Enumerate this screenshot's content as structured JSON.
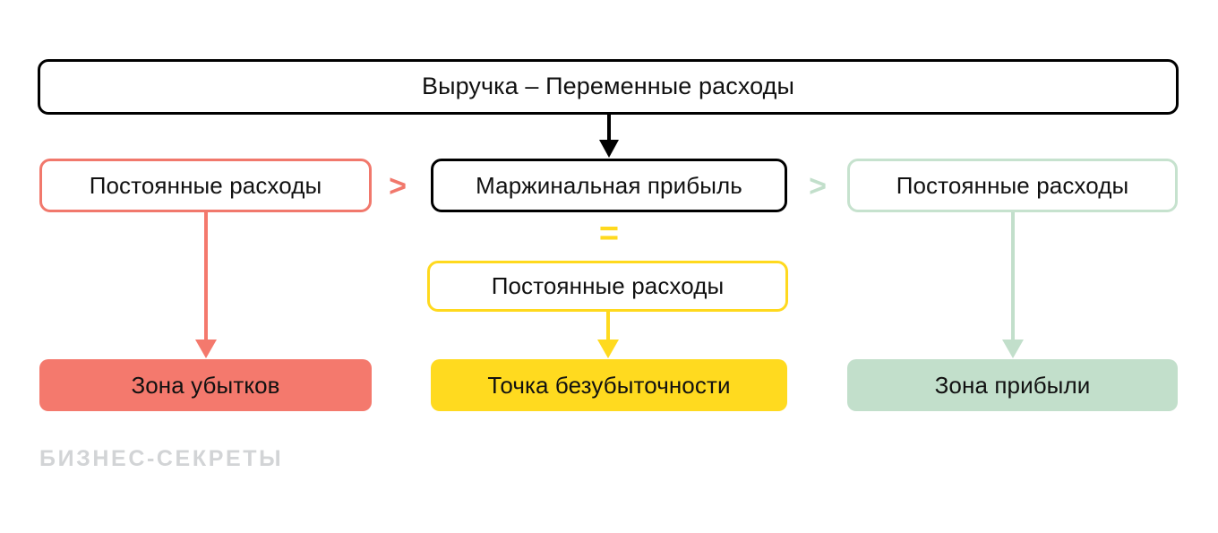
{
  "diagram": {
    "title_text": "Выручка – Переменные расходы",
    "nodes": {
      "formula": "Выручка – Переменные расходы",
      "fixed_costs_left": "Постоянные расходы",
      "marginal_profit": "Маржинальная прибыль",
      "fixed_costs_right": "Постоянные расходы",
      "fixed_costs_middle": "Постоянные расходы",
      "zone_loss": "Зона убытков",
      "zone_breakeven": "Точка безубыточности",
      "zone_profit": "Зона прибыли"
    },
    "operators": {
      "greater_than_left": ">",
      "greater_than_right": ">",
      "equals": "="
    },
    "colors": {
      "black": "#000000",
      "red_border": "#F1786C",
      "red_fill": "#F4796D",
      "yellow_border": "#FFD91E",
      "yellow_fill": "#FFDA1F",
      "green_border": "#C6E2CE",
      "green_fill": "#C2DFCB",
      "watermark_gray": "#D2D4D6",
      "text": "#111111",
      "background": "#FFFFFF"
    },
    "arrows": [
      {
        "name": "formula-to-marginal",
        "color": "#000000",
        "from": "formula",
        "to": "marginal_profit"
      },
      {
        "name": "fixed-left-to-loss",
        "color": "#F4796D",
        "from": "fixed_costs_left",
        "to": "zone_loss"
      },
      {
        "name": "fixed-middle-to-breakeven",
        "color": "#FFDA1F",
        "from": "fixed_costs_middle",
        "to": "zone_breakeven"
      },
      {
        "name": "fixed-right-to-profit",
        "color": "#C2DFCB",
        "from": "fixed_costs_right",
        "to": "zone_profit"
      }
    ]
  },
  "watermark": {
    "text": "БИЗНЕС-СЕКРЕТЫ"
  }
}
